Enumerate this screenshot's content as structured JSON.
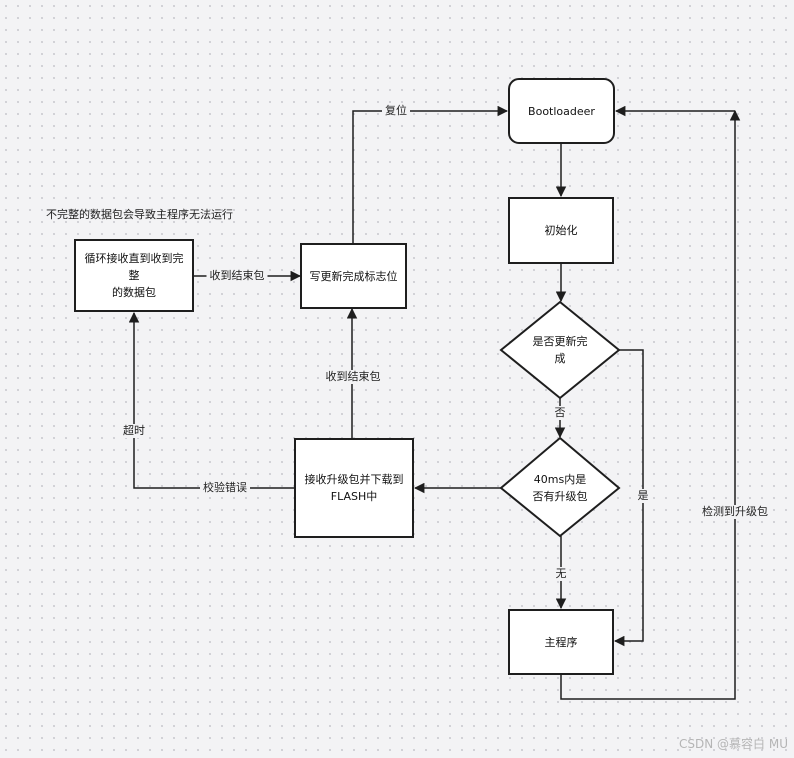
{
  "nodes": {
    "bootloader": "Bootloadeer",
    "init": "初始化",
    "update_done": "是否更新完\n成",
    "has_upgrade": "40ms内是\n否有升级包",
    "main_program": "主程序",
    "receive_flash": "接收升级包并下载到\nFLASH中",
    "write_flag": "写更新完成标志位",
    "loop_receive": "循环接收直到收到完整\n的数据包"
  },
  "edge_labels": {
    "reset": "复位",
    "no": "否",
    "none": "无",
    "yes": "是",
    "upgrade_detected": "检测到升级包",
    "receive_end_up": "收到结束包",
    "receive_end_right": "收到结束包",
    "checksum_error": "校验错误",
    "timeout": "超时"
  },
  "note": "不完整的数据包会导致主程序无法运行",
  "watermark": "CSDN @慕容白 MU",
  "colors": {
    "line": "#1e1e1e",
    "box_fill": "#ffffff",
    "background": "#f3f3f5"
  }
}
